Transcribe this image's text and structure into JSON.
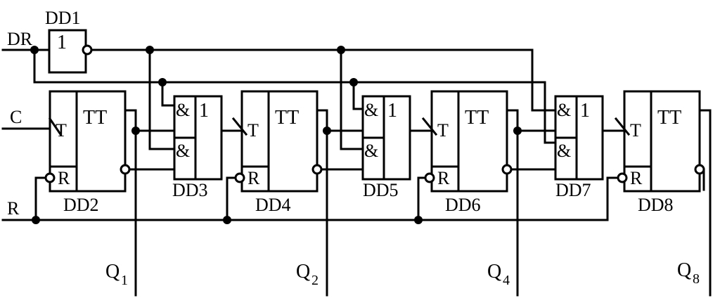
{
  "inputs": {
    "dr": "DR",
    "c": "C",
    "r": "R"
  },
  "gate_dd1": {
    "name": "DD1",
    "symbol": "1"
  },
  "flipflops": [
    {
      "name": "DD2",
      "type": "TT",
      "t": "T",
      "r": "R"
    },
    {
      "name": "DD4",
      "type": "TT",
      "t": "T",
      "r": "R"
    },
    {
      "name": "DD6",
      "type": "TT",
      "t": "T",
      "r": "R"
    },
    {
      "name": "DD8",
      "type": "TT",
      "t": "T",
      "r": "R"
    }
  ],
  "and_or": [
    {
      "name": "DD3",
      "and1": "&",
      "and2": "&",
      "or": "1"
    },
    {
      "name": "DD5",
      "and1": "&",
      "and2": "&",
      "or": "1"
    },
    {
      "name": "DD7",
      "and1": "&",
      "and2": "&",
      "or": "1"
    }
  ],
  "outputs": [
    {
      "letter": "Q",
      "index": "1"
    },
    {
      "letter": "Q",
      "index": "2"
    },
    {
      "letter": "Q",
      "index": "4"
    },
    {
      "letter": "Q",
      "index": "8"
    }
  ]
}
